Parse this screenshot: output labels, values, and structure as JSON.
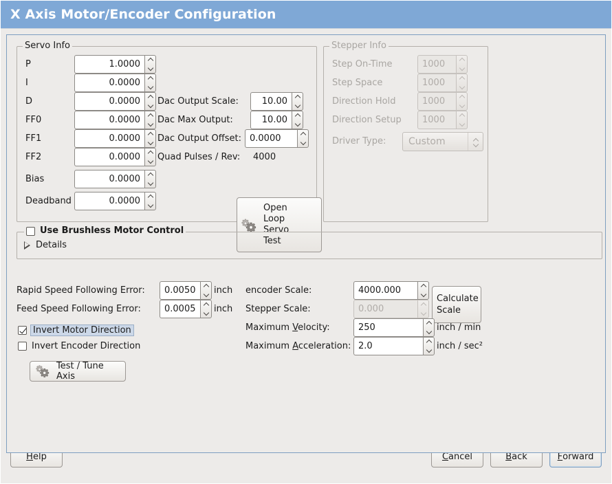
{
  "window": {
    "title": "X Axis Motor/Encoder Configuration",
    "titlebar_color": "#7fa8d6",
    "background_color": "#edebe9",
    "border_color": "#7d9ec0"
  },
  "servo_info": {
    "legend": "Servo Info",
    "rows": [
      {
        "label": "P",
        "value": "1.0000"
      },
      {
        "label": "I",
        "value": "0.0000"
      },
      {
        "label": "D",
        "value": "0.0000"
      },
      {
        "label": "FF0",
        "value": "0.0000"
      },
      {
        "label": "FF1",
        "value": "0.0000"
      },
      {
        "label": "FF2",
        "value": "0.0000"
      },
      {
        "label": "Bias",
        "value": "0.0000"
      },
      {
        "label": "Deadband",
        "value": "0.0000"
      }
    ],
    "dac": [
      {
        "label": "Dac Output Scale:",
        "value": "10.00"
      },
      {
        "label": "Dac Max Output:",
        "value": "10.00"
      },
      {
        "label": "Dac Output Offset:",
        "value": "0.0000"
      }
    ],
    "quad_pulses": {
      "label": "Quad Pulses / Rev:",
      "value": "4000"
    },
    "open_loop_button": {
      "line1": "Open",
      "line2": "Loop",
      "line3": "Servo",
      "line4": "Test",
      "icon": "gears-icon"
    }
  },
  "stepper_info": {
    "legend": "Stepper Info",
    "enabled": false,
    "rows": [
      {
        "label": "Step On-Time",
        "value": "1000"
      },
      {
        "label": "Step Space",
        "value": "1000"
      },
      {
        "label": "Direction Hold",
        "value": "1000"
      },
      {
        "label": "Direction Setup",
        "value": "1000"
      }
    ],
    "driver_type": {
      "label": "Driver Type:",
      "value": "Custom"
    }
  },
  "brushless": {
    "checkbox_label": "Use Brushless Motor Control",
    "checked": false,
    "details_label": "Details",
    "details_expanded": false
  },
  "following_error": {
    "rapid": {
      "label": "Rapid Speed Following Error:",
      "value": "0.0050",
      "unit": "inch"
    },
    "feed": {
      "label": "Feed Speed Following Error:",
      "value": "0.0005",
      "unit": "inch"
    }
  },
  "invert": {
    "motor": {
      "label": "Invert Motor Direction",
      "checked": true,
      "focused": true
    },
    "encoder": {
      "label": "Invert Encoder Direction",
      "checked": false,
      "focused": false
    }
  },
  "test_tune_button": {
    "label": "Test / Tune Axis",
    "icon": "gears-icon"
  },
  "scales": {
    "encoder_scale": {
      "label": "encoder Scale:",
      "value": "4000.000",
      "enabled": true
    },
    "stepper_scale": {
      "label": "Stepper Scale:",
      "value": "0.000",
      "enabled": false
    },
    "max_velocity": {
      "label_pre": "Maximum ",
      "label_mn": "V",
      "label_post": "elocity:",
      "value": "250",
      "unit": "inch / min"
    },
    "max_acceleration": {
      "label_pre": "Maximum ",
      "label_mn": "A",
      "label_post": "cceleration:",
      "value": "2.0",
      "unit": "inch / sec²"
    },
    "calculate_button": {
      "line1": "Calculate",
      "line2": "Scale"
    }
  },
  "actions": {
    "help": {
      "mn": "H",
      "rest": "elp"
    },
    "cancel": {
      "mn": "C",
      "rest": "ancel"
    },
    "back": {
      "mn": "B",
      "rest": "ack"
    },
    "forward": {
      "mn": "F",
      "rest": "orward",
      "is_default": true
    }
  }
}
